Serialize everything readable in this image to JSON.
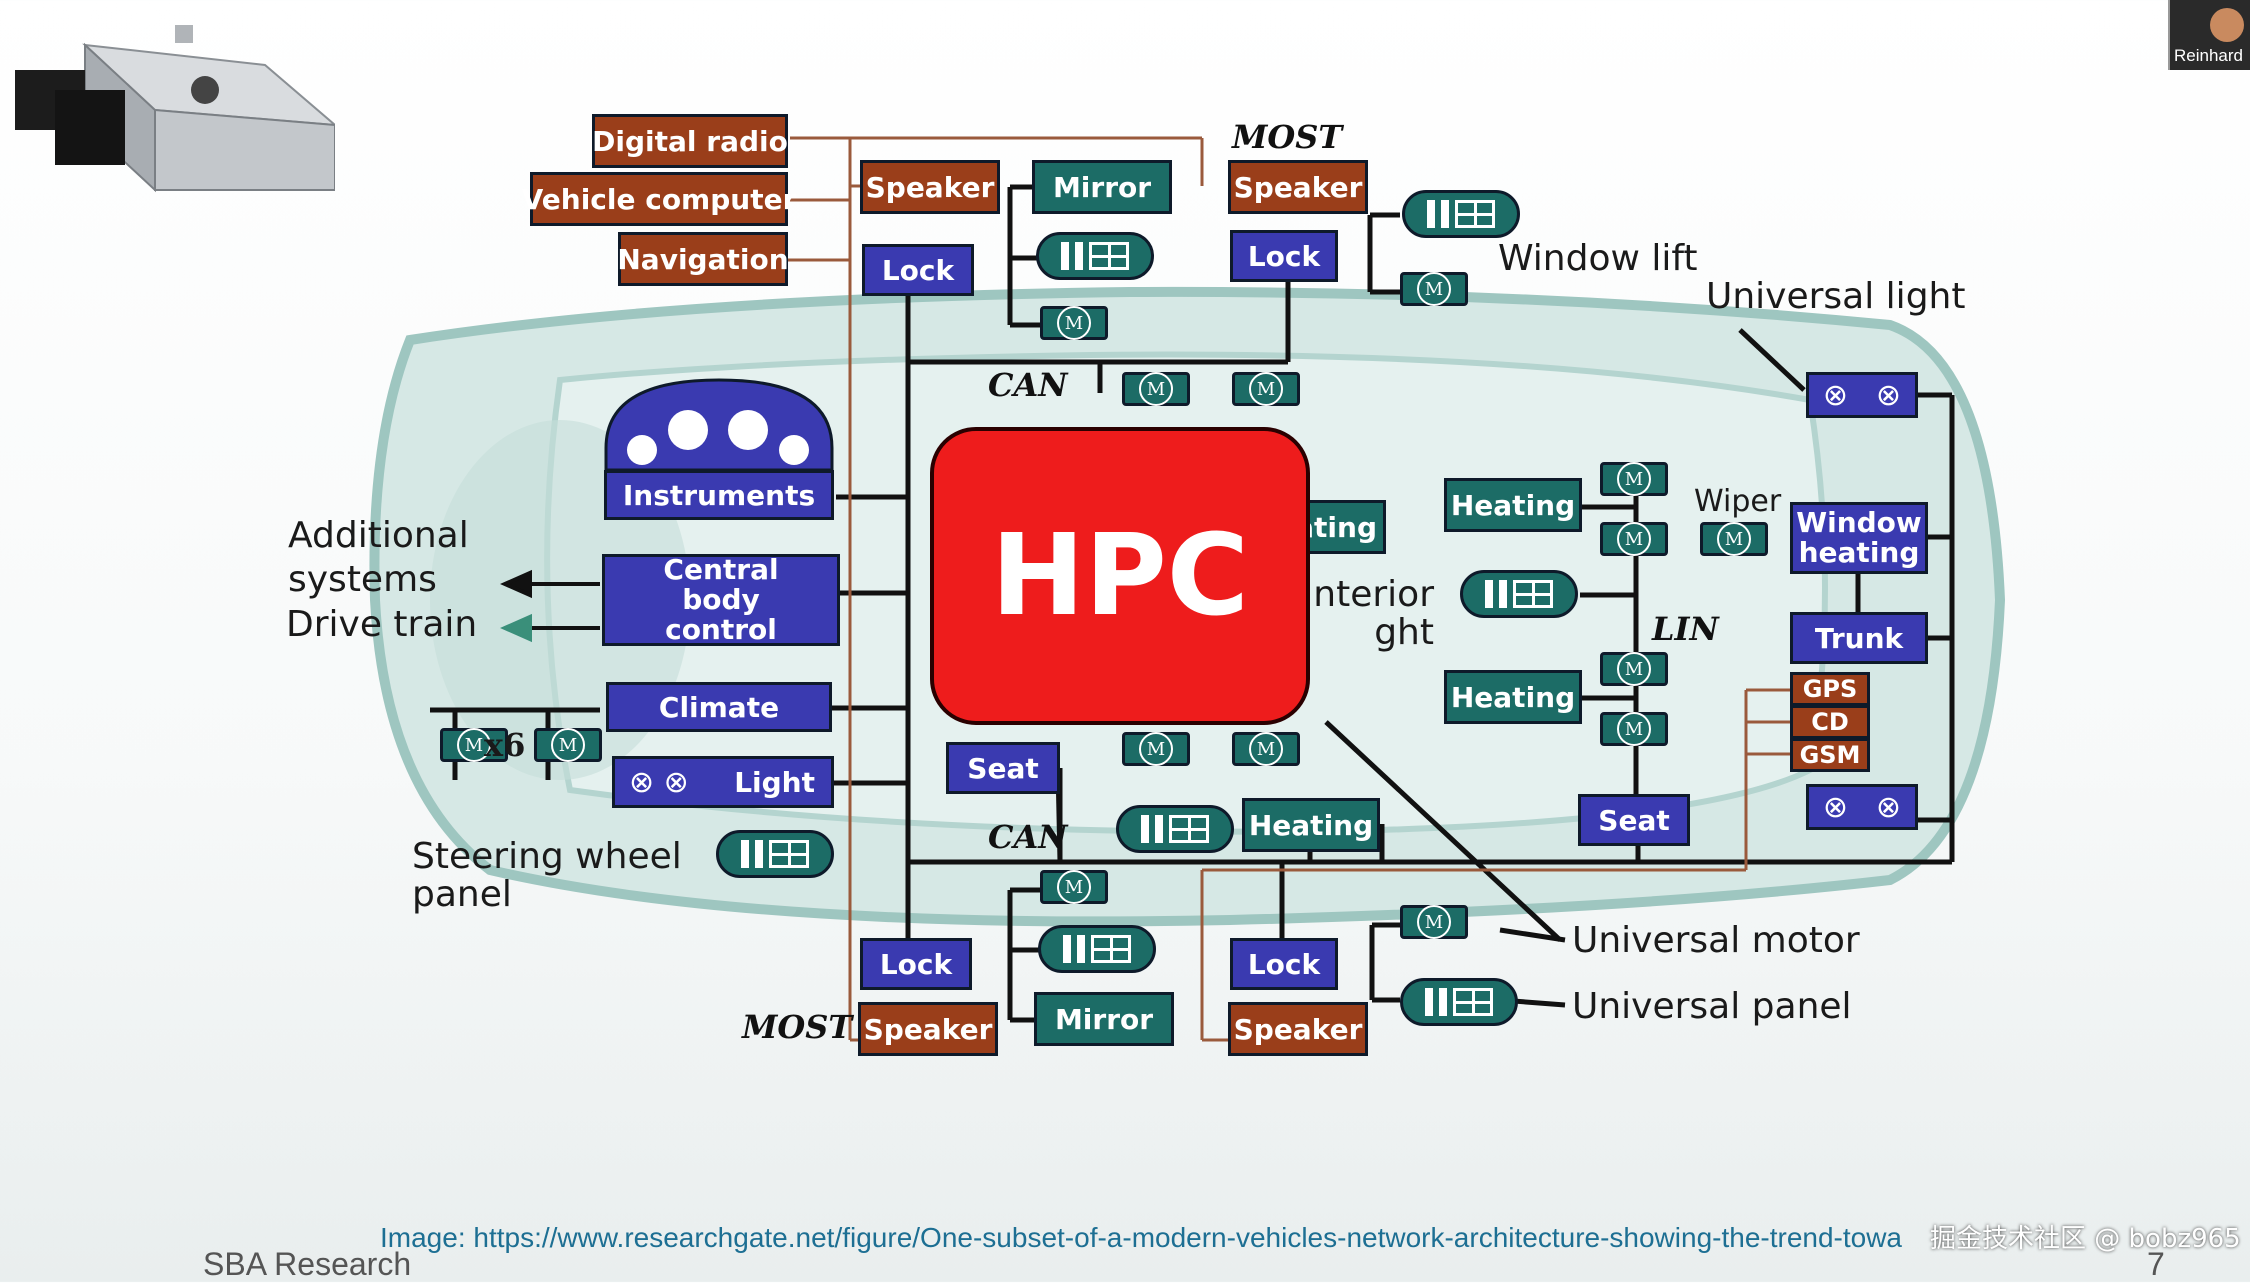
{
  "boxes": {
    "digital_radio": "Digital radio",
    "vehicle_computer": "Vehicle computer",
    "navigation": "Navigation",
    "speaker": "Speaker",
    "mirror": "Mirror",
    "lock": "Lock",
    "instruments": "Instruments",
    "central_body_control": "Central body control",
    "climate": "Climate",
    "light": "Light",
    "seat": "Seat",
    "heating": "Heating",
    "partial_heating": "ating",
    "window_heating": "Window heating",
    "trunk": "Trunk",
    "gps": "GPS",
    "cd": "CD",
    "gsm": "GSM"
  },
  "labels": {
    "most": "MOST",
    "can": "CAN",
    "lin": "LIN",
    "window_lift": "Window lift",
    "universal_light": "Universal light",
    "wiper": "Wiper",
    "additional_systems": "Additional systems",
    "drive_train": "Drive train",
    "x6": "x6",
    "steering_wheel_panel": "Steering wheel panel",
    "partial_interior_light": "nterior ght",
    "universal_motor": "Universal motor",
    "universal_panel": "Universal panel",
    "motor_symbol": "M"
  },
  "hpc": "HPC",
  "caption": "Image: https://www.researchgate.net/figure/One-subset-of-a-modern-vehicles-network-architecture-showing-the-trend-towa",
  "footer": "SBA Research",
  "page_number": "7",
  "watermark": "掘金技术社区 @ bobz965",
  "participant": "Reinhard",
  "colors": {
    "brown": "#9a3e1a",
    "blue": "#3a3ab0",
    "teal": "#1c6c66",
    "hpc_red": "#ee1c1c",
    "caption": "#1d6f93"
  }
}
